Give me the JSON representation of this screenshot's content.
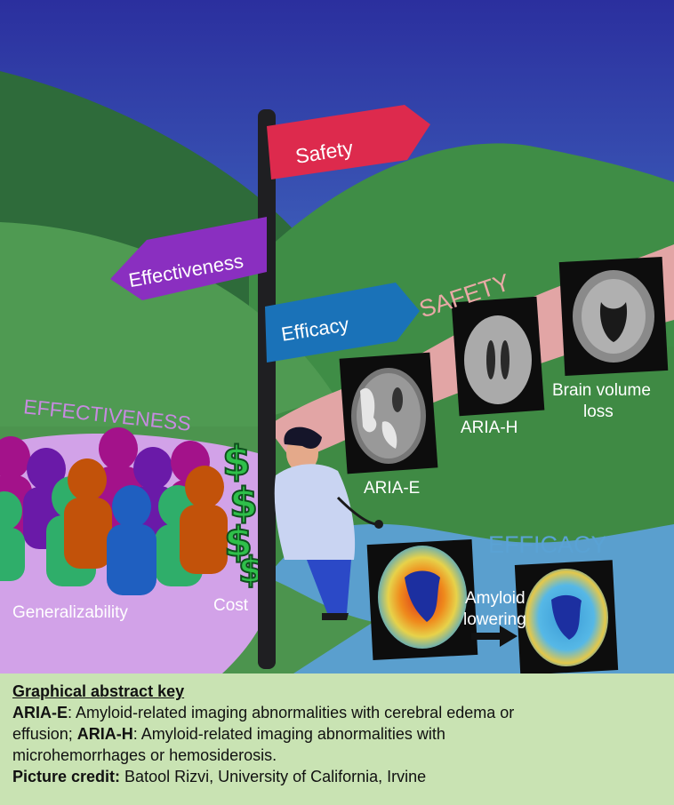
{
  "signs": {
    "safety": "Safety",
    "effectiveness": "Effectiveness",
    "efficacy": "Efficacy"
  },
  "regions": {
    "safety": "SAFETY",
    "effectiveness": "EFFECTIVENESS",
    "efficacy": "EFFICACY"
  },
  "labels": {
    "aria_e": "ARIA-E",
    "aria_h": "ARIA-H",
    "brain_volume_loss_1": "Brain volume",
    "brain_volume_loss_2": "loss",
    "generalizability": "Generalizability",
    "cost": "Cost",
    "amyloid_lowering_1": "Amyloid",
    "amyloid_lowering_2": "lowering"
  },
  "key": {
    "title": "Graphical abstract key",
    "aria_e_term": "ARIA-E",
    "aria_e_def": ": Amyloid-related imaging abnormalities with cerebral edema or",
    "aria_e_def2": "effusion; ",
    "aria_h_term": "ARIA-H",
    "aria_h_def": ": Amyloid-related imaging abnormalities with",
    "aria_h_def2": "microhemorrhages or hemosiderosis.",
    "credit_term": "Picture credit:",
    "credit_text": " Batool Rizvi, University of California, Irvine"
  },
  "colors": {
    "sky_top": "#2f3fa8",
    "sky_bottom": "#4f9ee0",
    "hill_dark": "#2e6b3a",
    "hill_mid": "#3d8a45",
    "hill_light": "#4f9a52",
    "safety_path": "#e2a5a5",
    "effectiveness_field": "#cf9be6",
    "efficacy_river": "#5a9fce",
    "sign_safety": "#dd2a4d",
    "sign_effectiveness": "#8a2fc0",
    "sign_efficacy": "#1a72b8",
    "key_bg": "#c9e3b3"
  }
}
